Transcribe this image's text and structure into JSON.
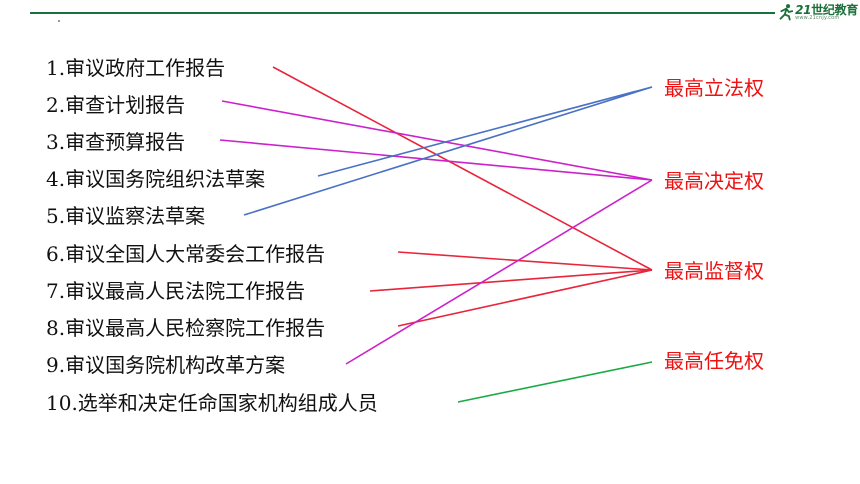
{
  "logo": {
    "brand_number": "21",
    "brand_text": "世纪教育",
    "sub": "www.21cnjy.com"
  },
  "items": [
    "1.审议政府工作报告",
    "2.审查计划报告",
    "3.审查预算报告",
    "4.审议国务院组织法草案",
    "5.审议监察法草案",
    "6.审议全国人大常委会工作报告",
    "7.审议最高人民法院工作报告",
    "8.审议最高人民检察院工作报告",
    "9.审议国务院机构改革方案",
    "10.选举和决定任命国家机构组成人员"
  ],
  "powers": [
    "最高立法权",
    "最高决定权",
    "最高监督权",
    "最高任免权"
  ],
  "colors": {
    "legislation": "#4a72c4",
    "decision": "#cc22cc",
    "supervision": "#e8253a",
    "appointment": "#1aaa44",
    "power_text": "#ee1111",
    "logo_green": "#1b6f3a"
  },
  "connections": [
    {
      "item": 1,
      "power": 3,
      "color": "#e8253a"
    },
    {
      "item": 2,
      "power": 2,
      "color": "#cc22cc"
    },
    {
      "item": 3,
      "power": 2,
      "color": "#cc22cc"
    },
    {
      "item": 4,
      "power": 1,
      "color": "#4a72c4"
    },
    {
      "item": 5,
      "power": 1,
      "color": "#4a72c4"
    },
    {
      "item": 6,
      "power": 3,
      "color": "#e8253a"
    },
    {
      "item": 7,
      "power": 3,
      "color": "#e8253a"
    },
    {
      "item": 8,
      "power": 3,
      "color": "#e8253a"
    },
    {
      "item": 9,
      "power": 2,
      "color": "#cc22cc"
    },
    {
      "item": 10,
      "power": 4,
      "color": "#1aaa44"
    }
  ]
}
